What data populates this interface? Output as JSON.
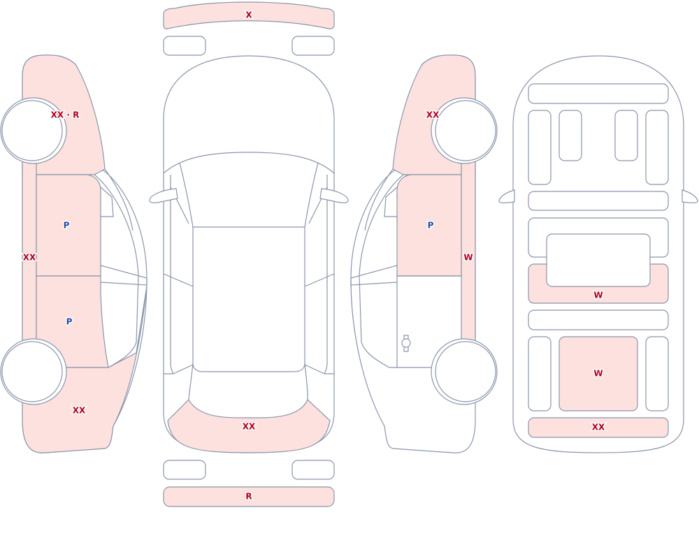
{
  "colors": {
    "damaged_fill": "#fde1de",
    "outline": "#8a95ab",
    "code_red": "#b00020",
    "code_blue": "#1f4fa3"
  },
  "views": [
    "left-side",
    "top",
    "right-side",
    "interior"
  ],
  "markers": {
    "front_bumper": "X",
    "rear_bumper": "R",
    "top_rear_window": "XX",
    "left_front_fender": "XX · R",
    "left_front_door": "P",
    "left_rear_door": "P",
    "left_rocker": "XX",
    "left_rear_quarter": "XX",
    "right_front_fender": "XX",
    "right_front_door": "P",
    "right_rocker": "W",
    "interior_middle_panel": "W",
    "interior_cargo_panel": "W",
    "interior_rear_strip": "XX"
  }
}
